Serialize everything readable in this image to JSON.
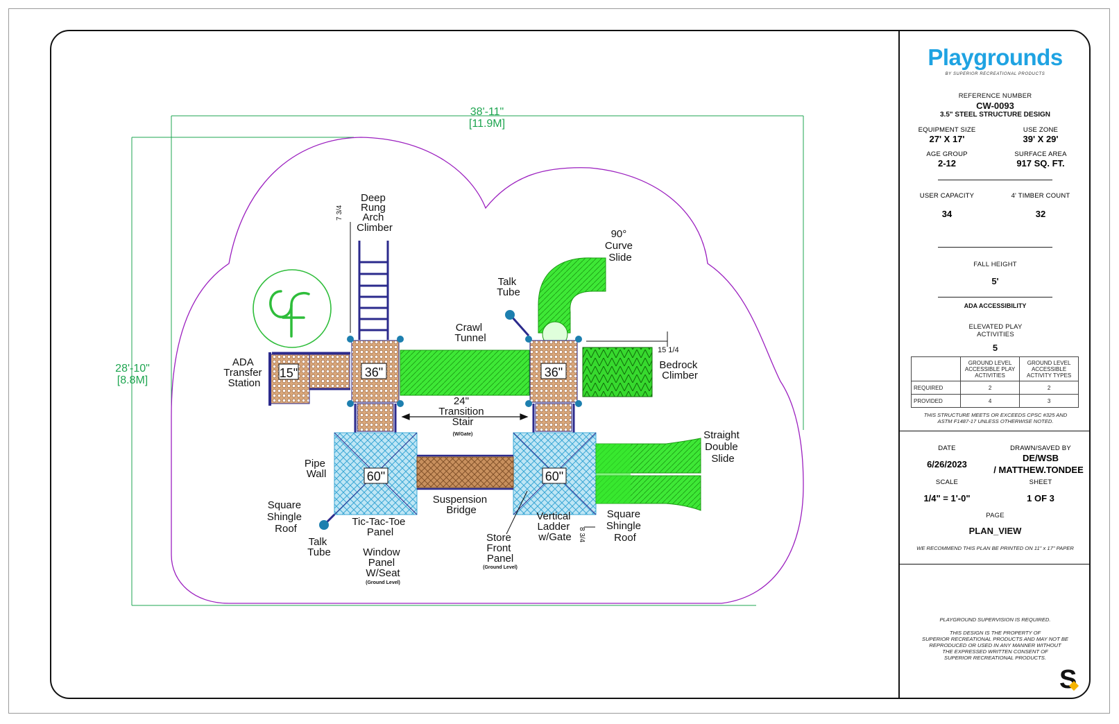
{
  "brand": {
    "name": "Playgrounds",
    "tagline": "BY SUPERIOR RECREATIONAL PRODUCTS",
    "logo_mark": "S"
  },
  "title_block": {
    "reference_label": "REFERENCE NUMBER",
    "reference_number": "CW-0093",
    "design_name": "3.5\" STEEL STRUCTURE DESIGN",
    "equipment_size_label": "EQUIPMENT SIZE",
    "equipment_size": "27' X 17'",
    "use_zone_label": "USE ZONE",
    "use_zone": "39' X 29'",
    "age_group_label": "AGE GROUP",
    "age_group": "2-12",
    "surface_area_label": "SURFACE AREA",
    "surface_area": "917 SQ. FT.",
    "user_capacity_label": "USER CAPACITY",
    "user_capacity": "34",
    "timber_count_label": "4' TIMBER COUNT",
    "timber_count": "32",
    "fall_height_label": "FALL HEIGHT",
    "fall_height": "5'",
    "ada_title": "ADA ACCESSIBILITY",
    "elevated_label": "ELEVATED PLAY ACTIVITIES",
    "elevated_value": "5",
    "ada_table": {
      "headers": [
        "",
        "GROUND LEVEL ACCESSIBLE PLAY ACTIVITIES",
        "GROUND LEVEL ACCESSIBLE ACTIVITY TYPES"
      ],
      "rows": [
        {
          "label": "REQUIRED",
          "a": "2",
          "b": "2"
        },
        {
          "label": "PROVIDED",
          "a": "4",
          "b": "3"
        }
      ]
    },
    "compliance_note": "THIS STRUCTURE MEETS OR EXCEEDS CPSC #325 AND ASTM F1487-17 UNLESS OTHERWISE NOTED.",
    "date_label": "DATE",
    "date": "6/26/2023",
    "drawn_label": "DRAWN/SAVED BY",
    "drawn_by_1": "DE/WSB",
    "drawn_by_2": "/ MATTHEW.TONDEE",
    "scale_label": "SCALE",
    "scale": "1/4\" = 1'-0\"",
    "sheet_label": "SHEET",
    "sheet": "1 OF 3",
    "page_label": "PAGE",
    "page": "PLAN_VIEW",
    "print_note": "WE RECOMMEND THIS PLAN BE PRINTED ON 11\" x 17\" PAPER",
    "supervision_note": "PLAYGROUND SUPERVISION IS REQUIRED.",
    "property_note": [
      "THIS DESIGN IS THE PROPERTY OF",
      "SUPERIOR RECREATIONAL PRODUCTS AND MAY NOT BE",
      "REPRODUCED OR USED IN ANY MANNER WITHOUT",
      "THE EXPRESSED WRITTEN CONSENT OF",
      "SUPERIOR RECREATIONAL PRODUCTS."
    ]
  },
  "drawing": {
    "dim_width_ft": "38'-11\"",
    "dim_width_m": "[11.9M]",
    "dim_height_ft": "28'-10\"",
    "dim_height_m": "[8.8M]",
    "platforms": [
      "15\"",
      "36\"",
      "36\"",
      "60\"",
      "60\""
    ],
    "dim_small": [
      "7 3/4",
      "15 1/4",
      "8 3/4"
    ],
    "labels": {
      "arch_climber": [
        "Deep",
        "Rung",
        "Arch",
        "Climber"
      ],
      "curve_slide": [
        "90°",
        "Curve",
        "Slide"
      ],
      "talk_tube_top": [
        "Talk",
        "Tube"
      ],
      "crawl_tunnel": [
        "Crawl",
        "Tunnel"
      ],
      "ada_transfer": [
        "ADA",
        "Transfer",
        "Station"
      ],
      "bedrock": [
        "Bedrock",
        "Climber"
      ],
      "transition_stair": [
        "24\"",
        "Transition",
        "Stair"
      ],
      "transition_stair_sub": "(W/Gate)",
      "straight_slide": [
        "Straight",
        "Double",
        "Slide"
      ],
      "pipe_wall": [
        "Pipe",
        "Wall"
      ],
      "square_roof_left": [
        "Square",
        "Shingle",
        "Roof"
      ],
      "suspension_bridge": [
        "Suspension",
        "Bridge"
      ],
      "tic_tac_toe": [
        "Tic-Tac-Toe",
        "Panel"
      ],
      "talk_tube_bottom": [
        "Talk",
        "Tube"
      ],
      "window_panel": [
        "Window",
        "Panel",
        "W/Seat"
      ],
      "window_panel_sub": "(Ground Level)",
      "store_front": [
        "Store",
        "Front",
        "Panel"
      ],
      "store_front_sub": "(Ground Level)",
      "vertical_ladder": [
        "Vertical",
        "Ladder",
        "w/Gate"
      ],
      "square_roof_right": [
        "Square",
        "Shingle",
        "Roof"
      ]
    }
  },
  "colors": {
    "brand_blue": "#1fa3e2",
    "use_zone": "#9b1fbf",
    "dimension": "#1ea550",
    "slide_green": "#35e82c",
    "deck_brown": "#b47a4a",
    "roof_blue": "#4fb8dd",
    "post_navy": "#2b2a8c"
  }
}
